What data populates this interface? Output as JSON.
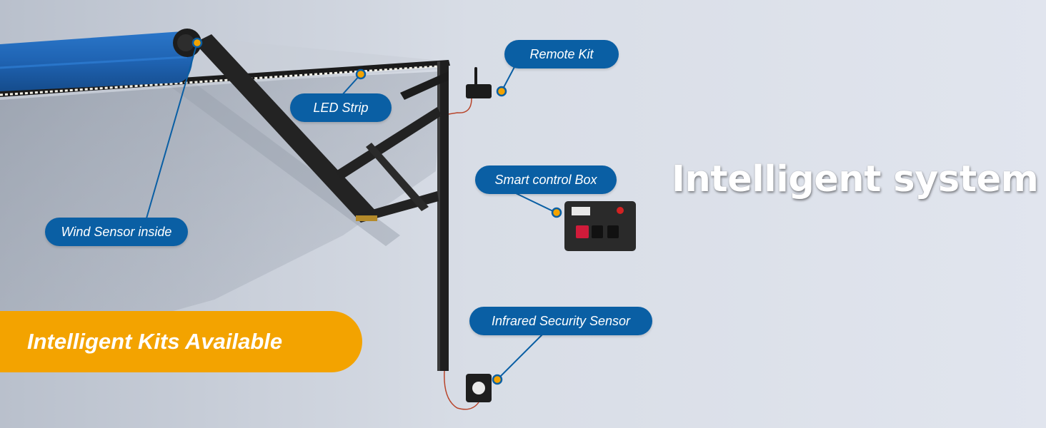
{
  "headline": "Intelligent system",
  "banner": {
    "label": "Intelligent Kits Available",
    "color": "#f3a300"
  },
  "callouts": {
    "remote_kit": "Remote Kit",
    "led_strip": "LED Strip",
    "smart_control_box": "Smart control Box",
    "wind_sensor": "Wind Sensor inside",
    "infrared_sensor": "Infrared Security Sensor"
  },
  "colors": {
    "background": "#dde2ec",
    "callout": "#0a5fa4",
    "callout_dot": "#f3a300",
    "awning_fabric": "#1f63b2",
    "frame": "#1f1f1f"
  }
}
